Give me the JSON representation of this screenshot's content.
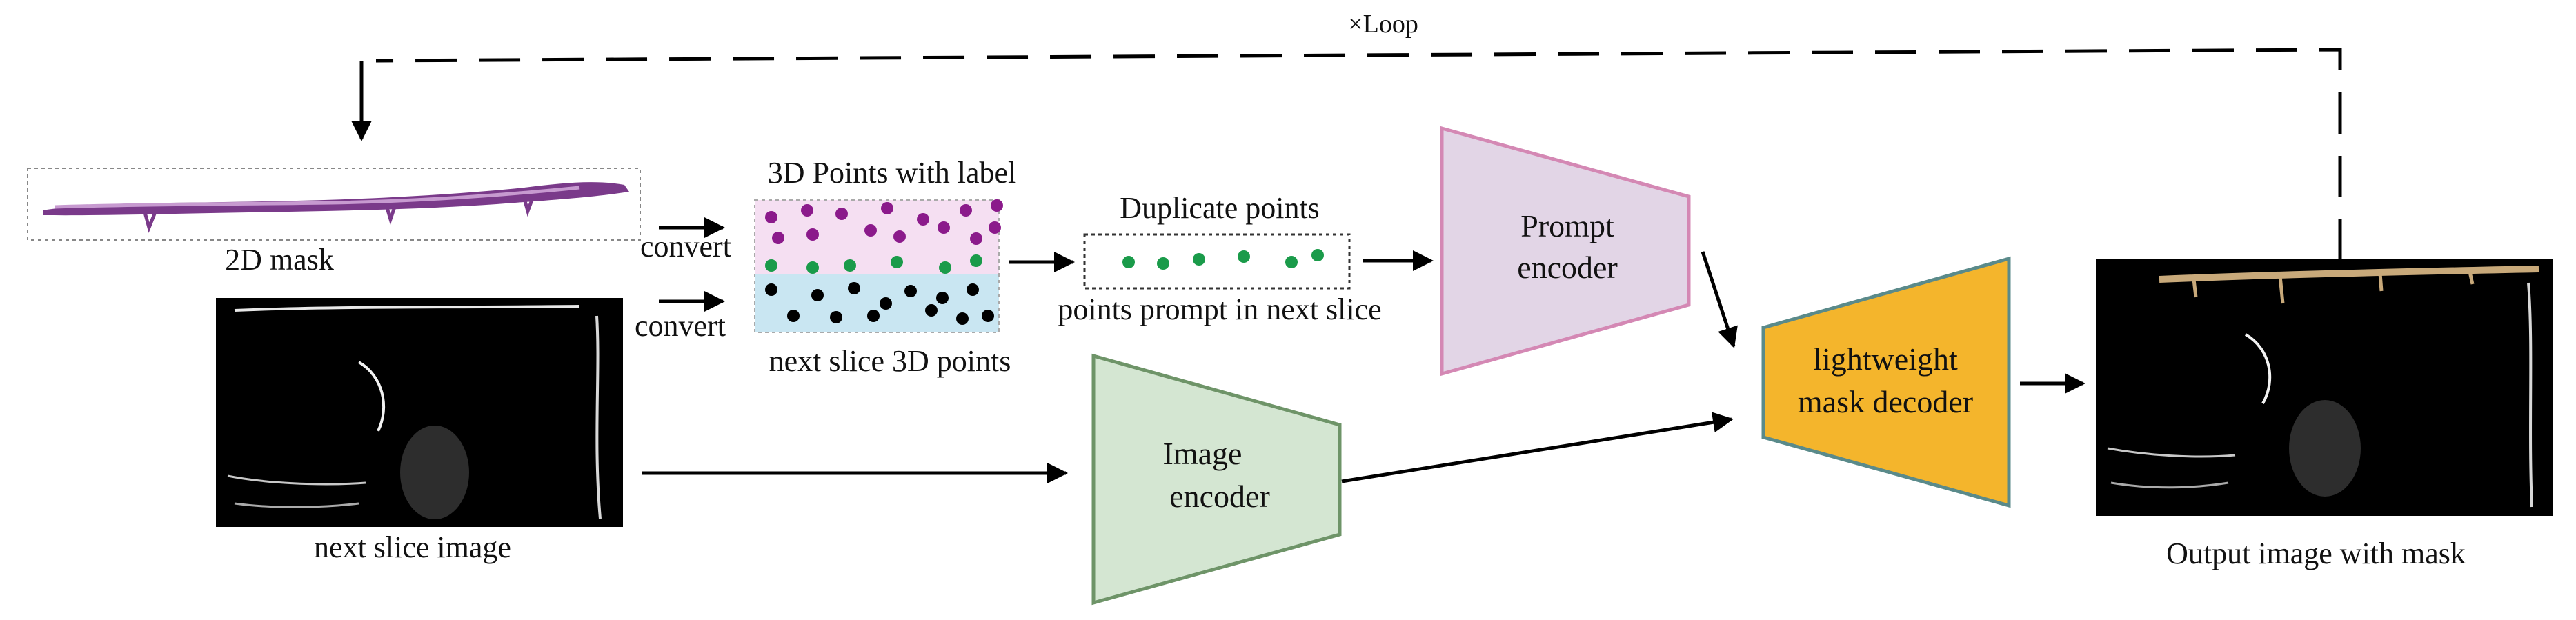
{
  "loop_label": "×Loop",
  "mask2d": {
    "label": "2D mask"
  },
  "convert_top": "convert",
  "convert_bottom": "convert",
  "points3d": {
    "title": "3D Points with label",
    "subtitle": "next slice 3D points"
  },
  "duplicate": {
    "title": "Duplicate points",
    "subtitle": "points prompt in next slice"
  },
  "slice_image": {
    "label": "next slice image"
  },
  "prompt_encoder": {
    "line1": "Prompt",
    "line2": "encoder"
  },
  "image_encoder": {
    "line1": "Image",
    "line2": "encoder"
  },
  "mask_decoder": {
    "line1": "lightweight",
    "line2": "mask decoder"
  },
  "output": {
    "label": "Output image with mask"
  },
  "colors": {
    "purple_point": "#8b1a8b",
    "green_point": "#1a9b4a",
    "black_point": "#000000",
    "prompt_fill": "#e2d5e6",
    "prompt_stroke": "#d488b4",
    "image_fill": "#d4e6d2",
    "image_stroke": "#6e9468",
    "decoder_fill": "#f4b52c",
    "decoder_stroke": "#5a8a8a",
    "top_band": "#f5dff2",
    "bottom_band": "#c9e6f2"
  }
}
